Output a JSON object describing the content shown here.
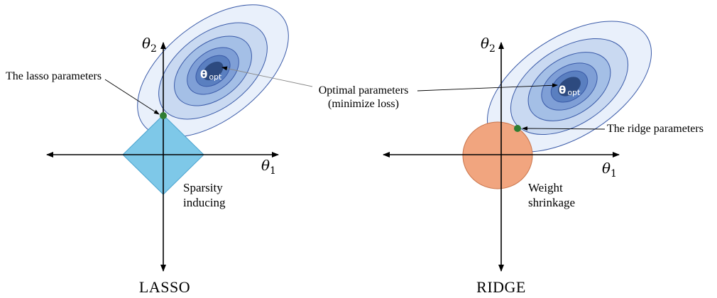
{
  "panels": {
    "lasso": {
      "title": "LASSO",
      "axis_x": {
        "symbol": "θ",
        "sub": "1"
      },
      "axis_y": {
        "symbol": "θ",
        "sub": "2"
      },
      "region_label_1": "Sparsity",
      "region_label_2": "inducing",
      "point_label": "The lasso parameters",
      "optimum": {
        "symbol": "θ",
        "sub": "opt"
      },
      "region_color": "#7ec8e8",
      "point_color": "#2e7d32"
    },
    "ridge": {
      "title": "RIDGE",
      "axis_x": {
        "symbol": "θ",
        "sub": "1"
      },
      "axis_y": {
        "symbol": "θ",
        "sub": "2"
      },
      "region_label_1": "Weight",
      "region_label_2": "shrinkage",
      "point_label": "The ridge parameters",
      "optimum": {
        "symbol": "θ",
        "sub": "opt"
      },
      "region_color": "#f1a57f",
      "point_color": "#2e7d32"
    }
  },
  "shared_annotation": {
    "line1": "Optimal parameters",
    "line2": "(minimize loss)"
  },
  "contour_colors": [
    "#e9f0fb",
    "#c9d9f1",
    "#a4bfe6",
    "#7f9fd6",
    "#5a7fc0",
    "#2d4a7f"
  ]
}
